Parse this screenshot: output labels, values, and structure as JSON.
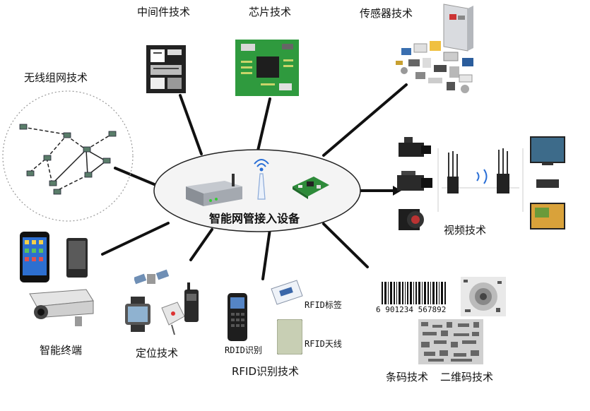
{
  "center": {
    "label": "智能网管接入设备"
  },
  "nodes": {
    "middleware": "中间件技术",
    "chip": "芯片技术",
    "sensor": "传感器技术",
    "wireless": "无线组网技术",
    "video": "视频技术",
    "barcode": "条码技术",
    "qrcode": "二维码技术",
    "rfid": "RFID识别技术",
    "positioning": "定位技术",
    "terminal": "智能终端"
  },
  "rfid_parts": {
    "tag": "RFID标签",
    "antenna": "RFID天线",
    "reader": "RDID识别"
  },
  "barcode_digits": "6 901234 567892",
  "colors": {
    "line": "#111111",
    "pcb": "#2e8b3a",
    "device": "#8a8f96",
    "wifi": "#2a6fd6"
  }
}
